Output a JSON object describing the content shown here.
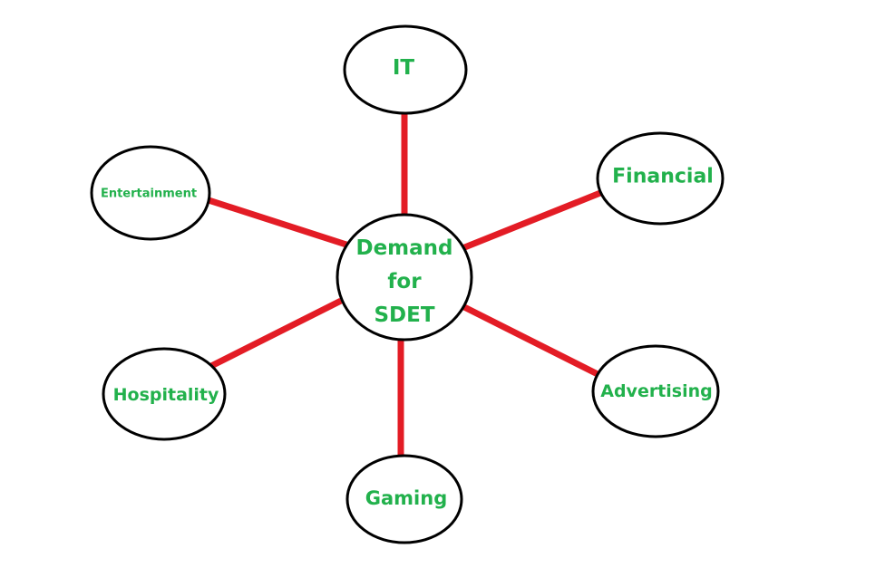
{
  "colors": {
    "connector": "#e31c25",
    "outline": "#000000",
    "text": "#22b14c",
    "background": "#ffffff"
  },
  "center": {
    "lines": [
      "Demand",
      "for",
      "SDET"
    ]
  },
  "nodes": {
    "it": {
      "label": "IT"
    },
    "financial": {
      "label": "Financial"
    },
    "advertising": {
      "label": "Advertising"
    },
    "gaming": {
      "label": "Gaming"
    },
    "hospitality": {
      "label": "Hospitality"
    },
    "entertainment": {
      "label": "Entertainment"
    }
  }
}
